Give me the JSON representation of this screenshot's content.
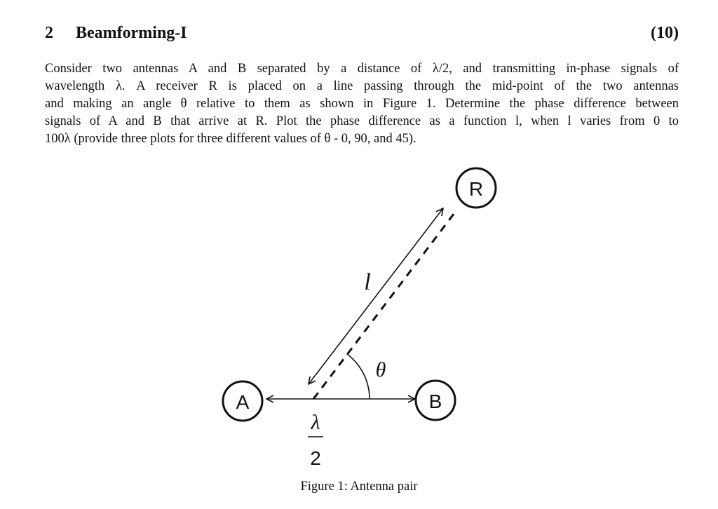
{
  "section": {
    "number": "2",
    "title": "Beamforming-I",
    "points": "(10)"
  },
  "problem": {
    "lines": [
      "Consider two antennas A and B separated by a distance of λ/2, and transmitting in-phase signals of",
      "wavelength λ.  A receiver R is placed on a line passing through the mid-point of the two antennas",
      "and making an angle θ relative to them as shown in Figure 1. Determine the phase difference between",
      "signals of A and B that arrive at R. Plot the phase difference as a function l, when l varies from 0 to",
      "100λ (provide three plots for three different values of θ - 0, 90, and 45)."
    ]
  },
  "figure": {
    "antenna_a_label": "A",
    "antenna_b_label": "B",
    "receiver_label": "R",
    "length_label": "l",
    "angle_label": "θ",
    "separation_numerator": "λ",
    "separation_denominator": "2",
    "caption_prefix": "Figure 1:",
    "caption_text": "Antenna pair"
  }
}
